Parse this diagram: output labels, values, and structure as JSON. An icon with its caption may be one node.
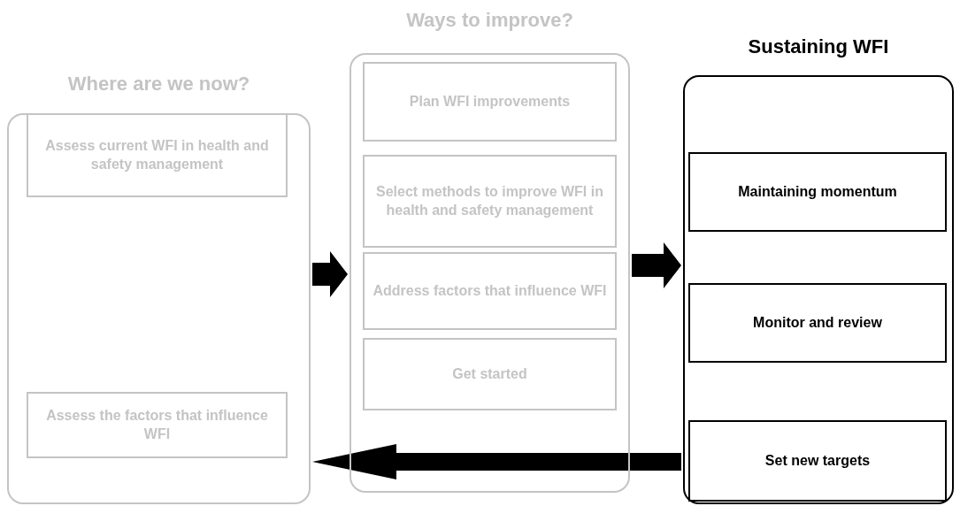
{
  "diagram": {
    "nodes": [
      {
        "text": [
          "Where are we now?"
        ]
      },
      {
        "text": [
          "Assess current WFI in health and safety management"
        ],
        "in": 0
      },
      {
        "text": [
          "Assess the factors that influence WFI"
        ],
        "in": 0
      },
      {
        "text": [
          "Ways to improve?"
        ]
      },
      {
        "text": [
          "Plan WFI improvements"
        ],
        "in": 3
      },
      {
        "text": [
          "Select methods to improve WFI in health and safety management"
        ],
        "in": 3
      },
      {
        "text": [
          "Address factors that influence WFI"
        ],
        "in": 3
      },
      {
        "text": [
          "Get started"
        ],
        "in": 3
      },
      {
        "text": [
          "Sustaining WFI"
        ]
      },
      {
        "text": [
          "Maintaining momentum"
        ],
        "in": 8
      },
      {
        "text": [
          "Monitor and review"
        ],
        "in": 8
      },
      {
        "text": [
          "Set new targets"
        ],
        "in": 8
      }
    ],
    "edges": [
      {
        "from": 0,
        "to": 3,
        "arrow": "to",
        "style": "thick"
      },
      {
        "from": 3,
        "to": 8,
        "arrow": "to",
        "style": "thick"
      },
      {
        "from": 8,
        "to": 0,
        "arrow": "to",
        "style": "thick"
      }
    ]
  }
}
